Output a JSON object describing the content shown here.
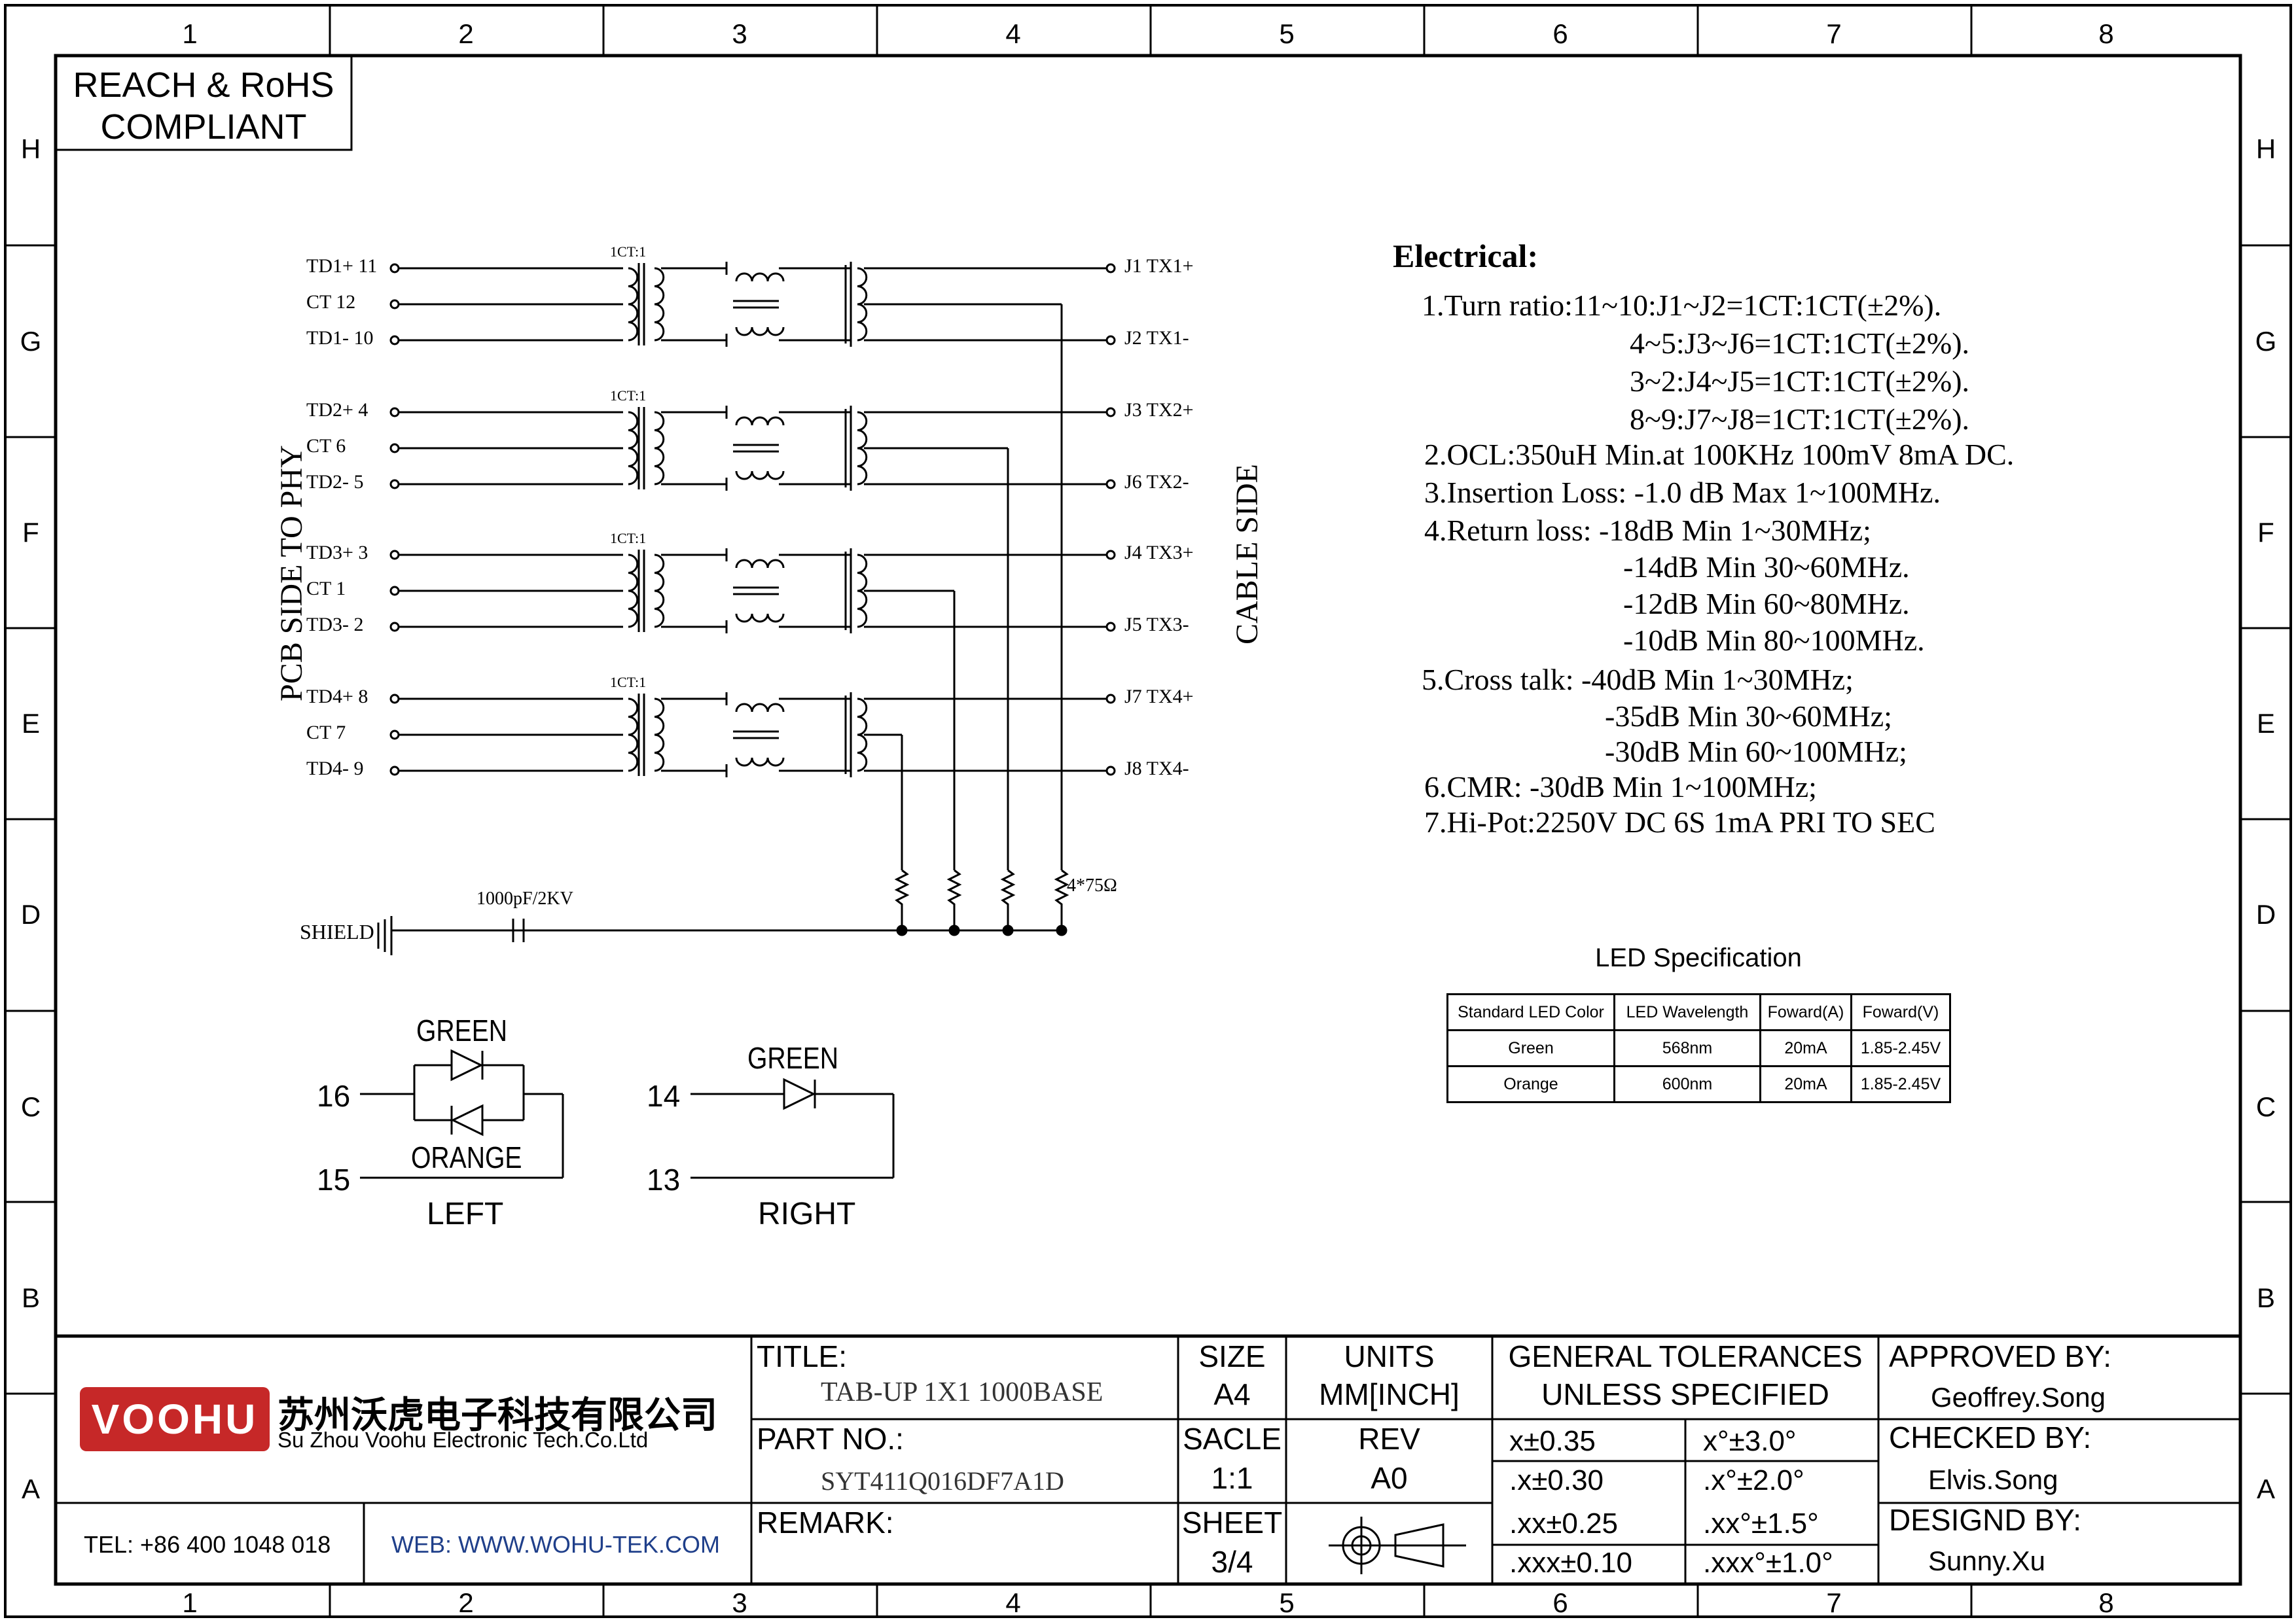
{
  "zones": {
    "columns": [
      "1",
      "2",
      "3",
      "4",
      "5",
      "6",
      "7",
      "8"
    ],
    "rows": [
      "H",
      "G",
      "F",
      "E",
      "D",
      "C",
      "B",
      "A"
    ]
  },
  "compliance": {
    "line1": "REACH & RoHS",
    "line2": "COMPLIANT"
  },
  "schematic": {
    "pcb_side_label": "PCB SIDE TO PHY",
    "cable_side_label": "CABLE SIDE",
    "turns_label": "1CT:1",
    "pins_left": [
      [
        {
          "label": "TD1+ 11"
        },
        {
          "label": "CT  12"
        },
        {
          "label": "TD1- 10"
        }
      ],
      [
        {
          "label": "TD2+ 4"
        },
        {
          "label": "CT  6"
        },
        {
          "label": "TD2- 5"
        }
      ],
      [
        {
          "label": "TD3+ 3"
        },
        {
          "label": "CT  1"
        },
        {
          "label": "TD3- 2"
        }
      ],
      [
        {
          "label": "TD4+ 8"
        },
        {
          "label": "CT  7"
        },
        {
          "label": "TD4- 9"
        }
      ]
    ],
    "pins_right": [
      [
        {
          "label": "J1  TX1+"
        },
        {
          "label": "J2  TX1-"
        }
      ],
      [
        {
          "label": "J3  TX2+"
        },
        {
          "label": "J6  TX2-"
        }
      ],
      [
        {
          "label": "J4  TX3+"
        },
        {
          "label": "J5  TX3-"
        }
      ],
      [
        {
          "label": "J7  TX4+"
        },
        {
          "label": "J8  TX4-"
        }
      ]
    ],
    "resistor_label": "4*75Ω",
    "capacitor_label": "1000pF/2KV",
    "shield_label": "SHIELD"
  },
  "electrical": {
    "title": "Electrical:",
    "lines": [
      "1.Turn ratio:11~10:J1~J2=1CT:1CT(±2%).",
      "4~5:J3~J6=1CT:1CT(±2%).",
      "3~2:J4~J5=1CT:1CT(±2%).",
      "8~9:J7~J8=1CT:1CT(±2%).",
      "2.OCL:350uH Min.at 100KHz 100mV 8mA DC.",
      "3.Insertion Loss: -1.0 dB Max 1~100MHz.",
      "4.Return loss: -18dB Min 1~30MHz;",
      "-14dB Min 30~60MHz.",
      "-12dB Min 60~80MHz.",
      "-10dB Min 80~100MHz.",
      "5.Cross talk: -40dB Min 1~30MHz;",
      "-35dB Min 30~60MHz;",
      "-30dB Min 60~100MHz;",
      "6.CMR: -30dB Min 1~100MHz;",
      "7.Hi-Pot:2250V DC 6S 1mA PRI TO SEC"
    ]
  },
  "led_spec": {
    "title": "LED Specification",
    "headers": [
      "Standard LED Color",
      "LED Wavelength",
      "Foward(A)",
      "Foward(V)"
    ],
    "rows": [
      [
        "Green",
        "568nm",
        "20mA",
        "1.85-2.45V"
      ],
      [
        "Orange",
        "600nm",
        "20mA",
        "1.85-2.45V"
      ]
    ]
  },
  "leds": {
    "left": {
      "color_top": "GREEN",
      "color_bottom": "ORANGE",
      "pin_a": "16",
      "pin_b": "15",
      "side": "LEFT"
    },
    "right": {
      "color": "GREEN",
      "pin_a": "14",
      "pin_b": "13",
      "side": "RIGHT"
    }
  },
  "title_block": {
    "brand_logo": "VOOHU",
    "company_cn": "苏州沃虎电子科技有限公司",
    "company_en": "Su Zhou Voohu Electronic Tech.Co.Ltd",
    "tel": "TEL: +86 400 1048 018",
    "web": "WEB: WWW.WOHU-TEK.COM",
    "title_label": "TITLE:",
    "title_value": "TAB-UP 1X1 1000BASE",
    "part_label": "PART NO.:",
    "part_value": "SYT411Q016DF7A1D",
    "remark_label": "REMARK:",
    "size_label": "SIZE",
    "size_value": "A4",
    "units_label": "UNITS",
    "units_value": "MM[INCH]",
    "scale_label": "SACLE",
    "scale_value": "1:1",
    "rev_label": "REV",
    "rev_value": "A0",
    "sheet_label": "SHEET",
    "sheet_value": "3/4",
    "tol_title1": "GENERAL TOLERANCES",
    "tol_title2": "UNLESS SPECIFIED",
    "tolerances": [
      [
        "x±0.35",
        "x°±3.0°"
      ],
      [
        ".x±0.30",
        ".x°±2.0°"
      ],
      [
        ".xx±0.25",
        ".xx°±1.5°"
      ],
      [
        ".xxx±0.10",
        ".xxx°±1.0°"
      ]
    ],
    "approved_label": "APPROVED BY:",
    "approved_value": "Geoffrey.Song",
    "checked_label": "CHECKED BY:",
    "checked_value": "Elvis.Song",
    "designed_label": "DESIGND BY:",
    "designed_value": "Sunny.Xu"
  },
  "colors": {
    "brand_red": "#c62828",
    "link_blue": "#1f3f8a",
    "line": "#000000"
  }
}
